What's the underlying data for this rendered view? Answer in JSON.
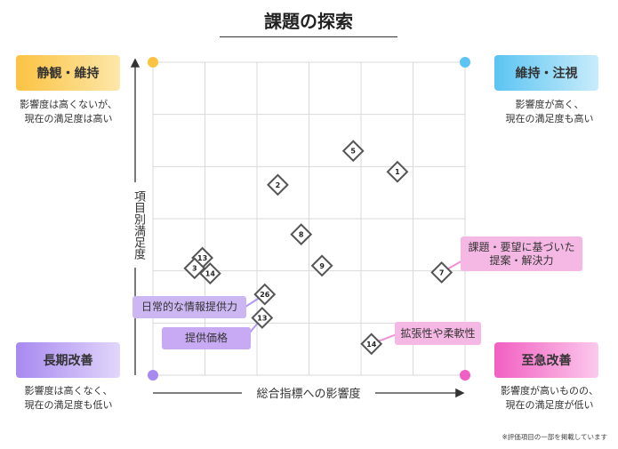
{
  "title": "課題の探索",
  "quadrants": {
    "top_left": {
      "label": "静観・維持",
      "description": "影響度は高くないが、\n現在の満足度は高い",
      "color": "#fbc342"
    },
    "top_right": {
      "label": "維持・注視",
      "description": "影響度が高く、\n現在の満足度も高い",
      "color": "#5bc4f2"
    },
    "bottom_left": {
      "label": "長期改善",
      "description": "影響度は高くなく、\n現在の満足度も低い",
      "color": "#a889f0"
    },
    "bottom_right": {
      "label": "至急改善",
      "description": "影響度が高いものの、\n現在の満足度が低い",
      "color": "#f25fc2"
    }
  },
  "axes": {
    "x_label": "総合指標への影響度",
    "y_label": "項目別満足度"
  },
  "points": [
    {
      "label": "5",
      "x": 3.85,
      "y": 4.3
    },
    {
      "label": "1",
      "x": 4.7,
      "y": 3.9
    },
    {
      "label": "2",
      "x": 2.4,
      "y": 3.65
    },
    {
      "label": "8",
      "x": 2.85,
      "y": 2.7
    },
    {
      "label": "13",
      "x": 0.95,
      "y": 2.25
    },
    {
      "label": "3",
      "x": 0.8,
      "y": 2.05
    },
    {
      "label": "14",
      "x": 1.1,
      "y": 1.95
    },
    {
      "label": "9",
      "x": 3.25,
      "y": 2.1
    },
    {
      "label": "7",
      "x": 5.55,
      "y": 1.97
    },
    {
      "label": "26",
      "x": 2.15,
      "y": 1.55
    },
    {
      "label": "13",
      "x": 2.1,
      "y": 1.1
    },
    {
      "label": "14",
      "x": 4.2,
      "y": 0.6
    }
  ],
  "callouts": [
    {
      "text": "課題・要望に基づいた\n提案・解決力",
      "point_index": 8
    },
    {
      "text": "日常的な情報提供力",
      "point_index": 9
    },
    {
      "text": "提供価格",
      "point_index": 10
    },
    {
      "text": "拡張性や柔軟性",
      "point_index": 11
    }
  ],
  "note": "※評価項目の一部を掲載しています"
}
